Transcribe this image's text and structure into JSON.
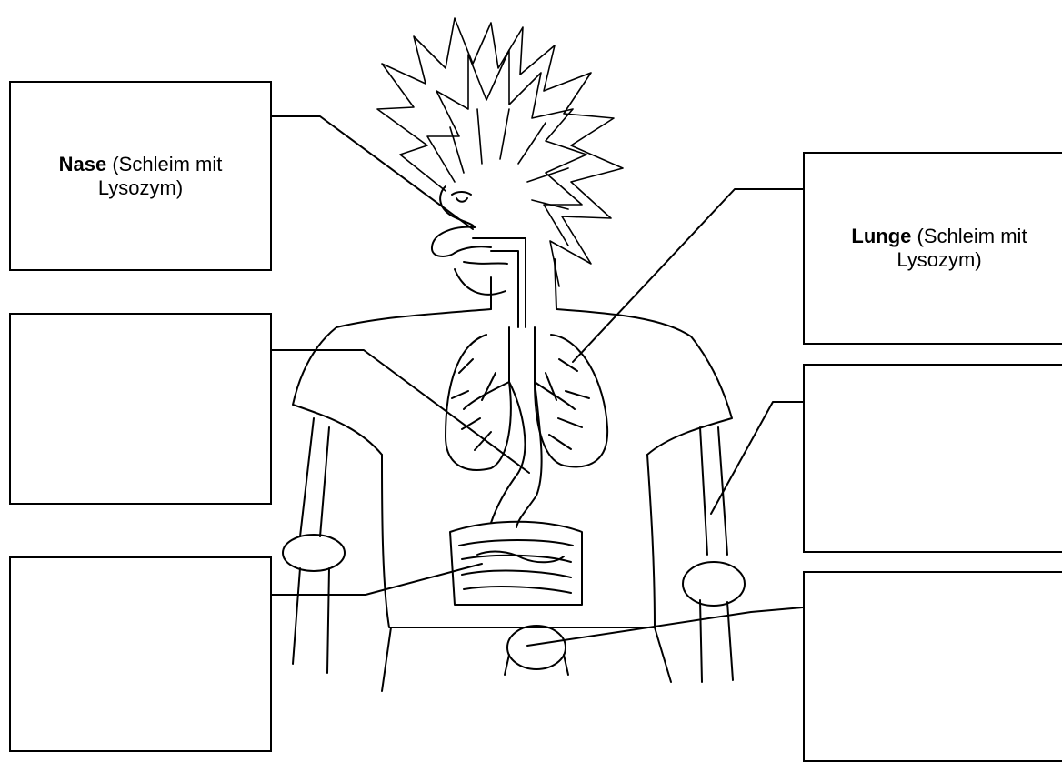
{
  "labels": {
    "nose": {
      "term": "Nase",
      "note": "(Schleim mit Lysozym)"
    },
    "lung": {
      "term": "Lunge",
      "note": "(Schleim mit Lysozym)"
    },
    "left2": {
      "term": "",
      "note": ""
    },
    "left3": {
      "term": "",
      "note": ""
    },
    "right2": {
      "term": "",
      "note": ""
    },
    "right3": {
      "term": "",
      "note": ""
    }
  },
  "colors": {
    "ink": "#000000",
    "background": "#ffffff"
  }
}
